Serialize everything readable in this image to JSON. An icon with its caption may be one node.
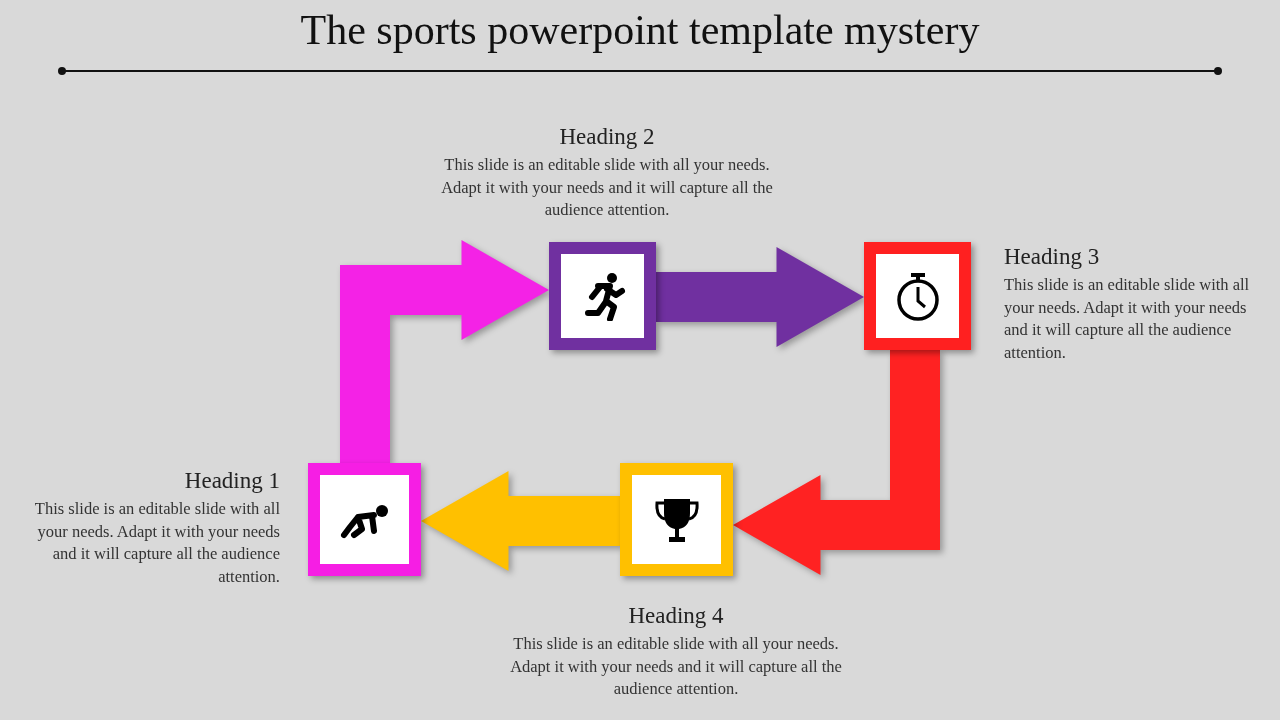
{
  "diagram": {
    "title": "The sports powerpoint template mystery",
    "nodes": [
      {
        "text": [],
        "shape": "box",
        "beside": [
          "Heading 1",
          "This slide is an editable slide with all your needs. Adapt it with your needs and it will capture all the audience attention."
        ]
      },
      {
        "text": [],
        "shape": "box",
        "beside": [
          "Heading 2",
          "This slide is an editable slide with all your needs. Adapt it with your needs and it will capture all the audience attention."
        ]
      },
      {
        "text": [],
        "shape": "box",
        "beside": [
          "Heading 3",
          "This slide is an editable slide with all your needs. Adapt it with your needs and it will capture all the audience attention."
        ]
      },
      {
        "text": [],
        "shape": "box",
        "beside": [
          "Heading 4",
          "This slide is an editable slide with all your needs. Adapt it with your needs and it will capture all the audience attention."
        ]
      }
    ],
    "edges": [
      {
        "from": 0,
        "to": 1,
        "arrow": "to",
        "style": "thick",
        "color": "#f422e6"
      },
      {
        "from": 1,
        "to": 2,
        "arrow": "to",
        "style": "thick",
        "color": "#7030a0"
      },
      {
        "from": 2,
        "to": 3,
        "arrow": "to",
        "style": "thick",
        "color": "#ff2222"
      },
      {
        "from": 3,
        "to": 0,
        "arrow": "to",
        "style": "thick",
        "color": "#ffc000"
      }
    ]
  }
}
